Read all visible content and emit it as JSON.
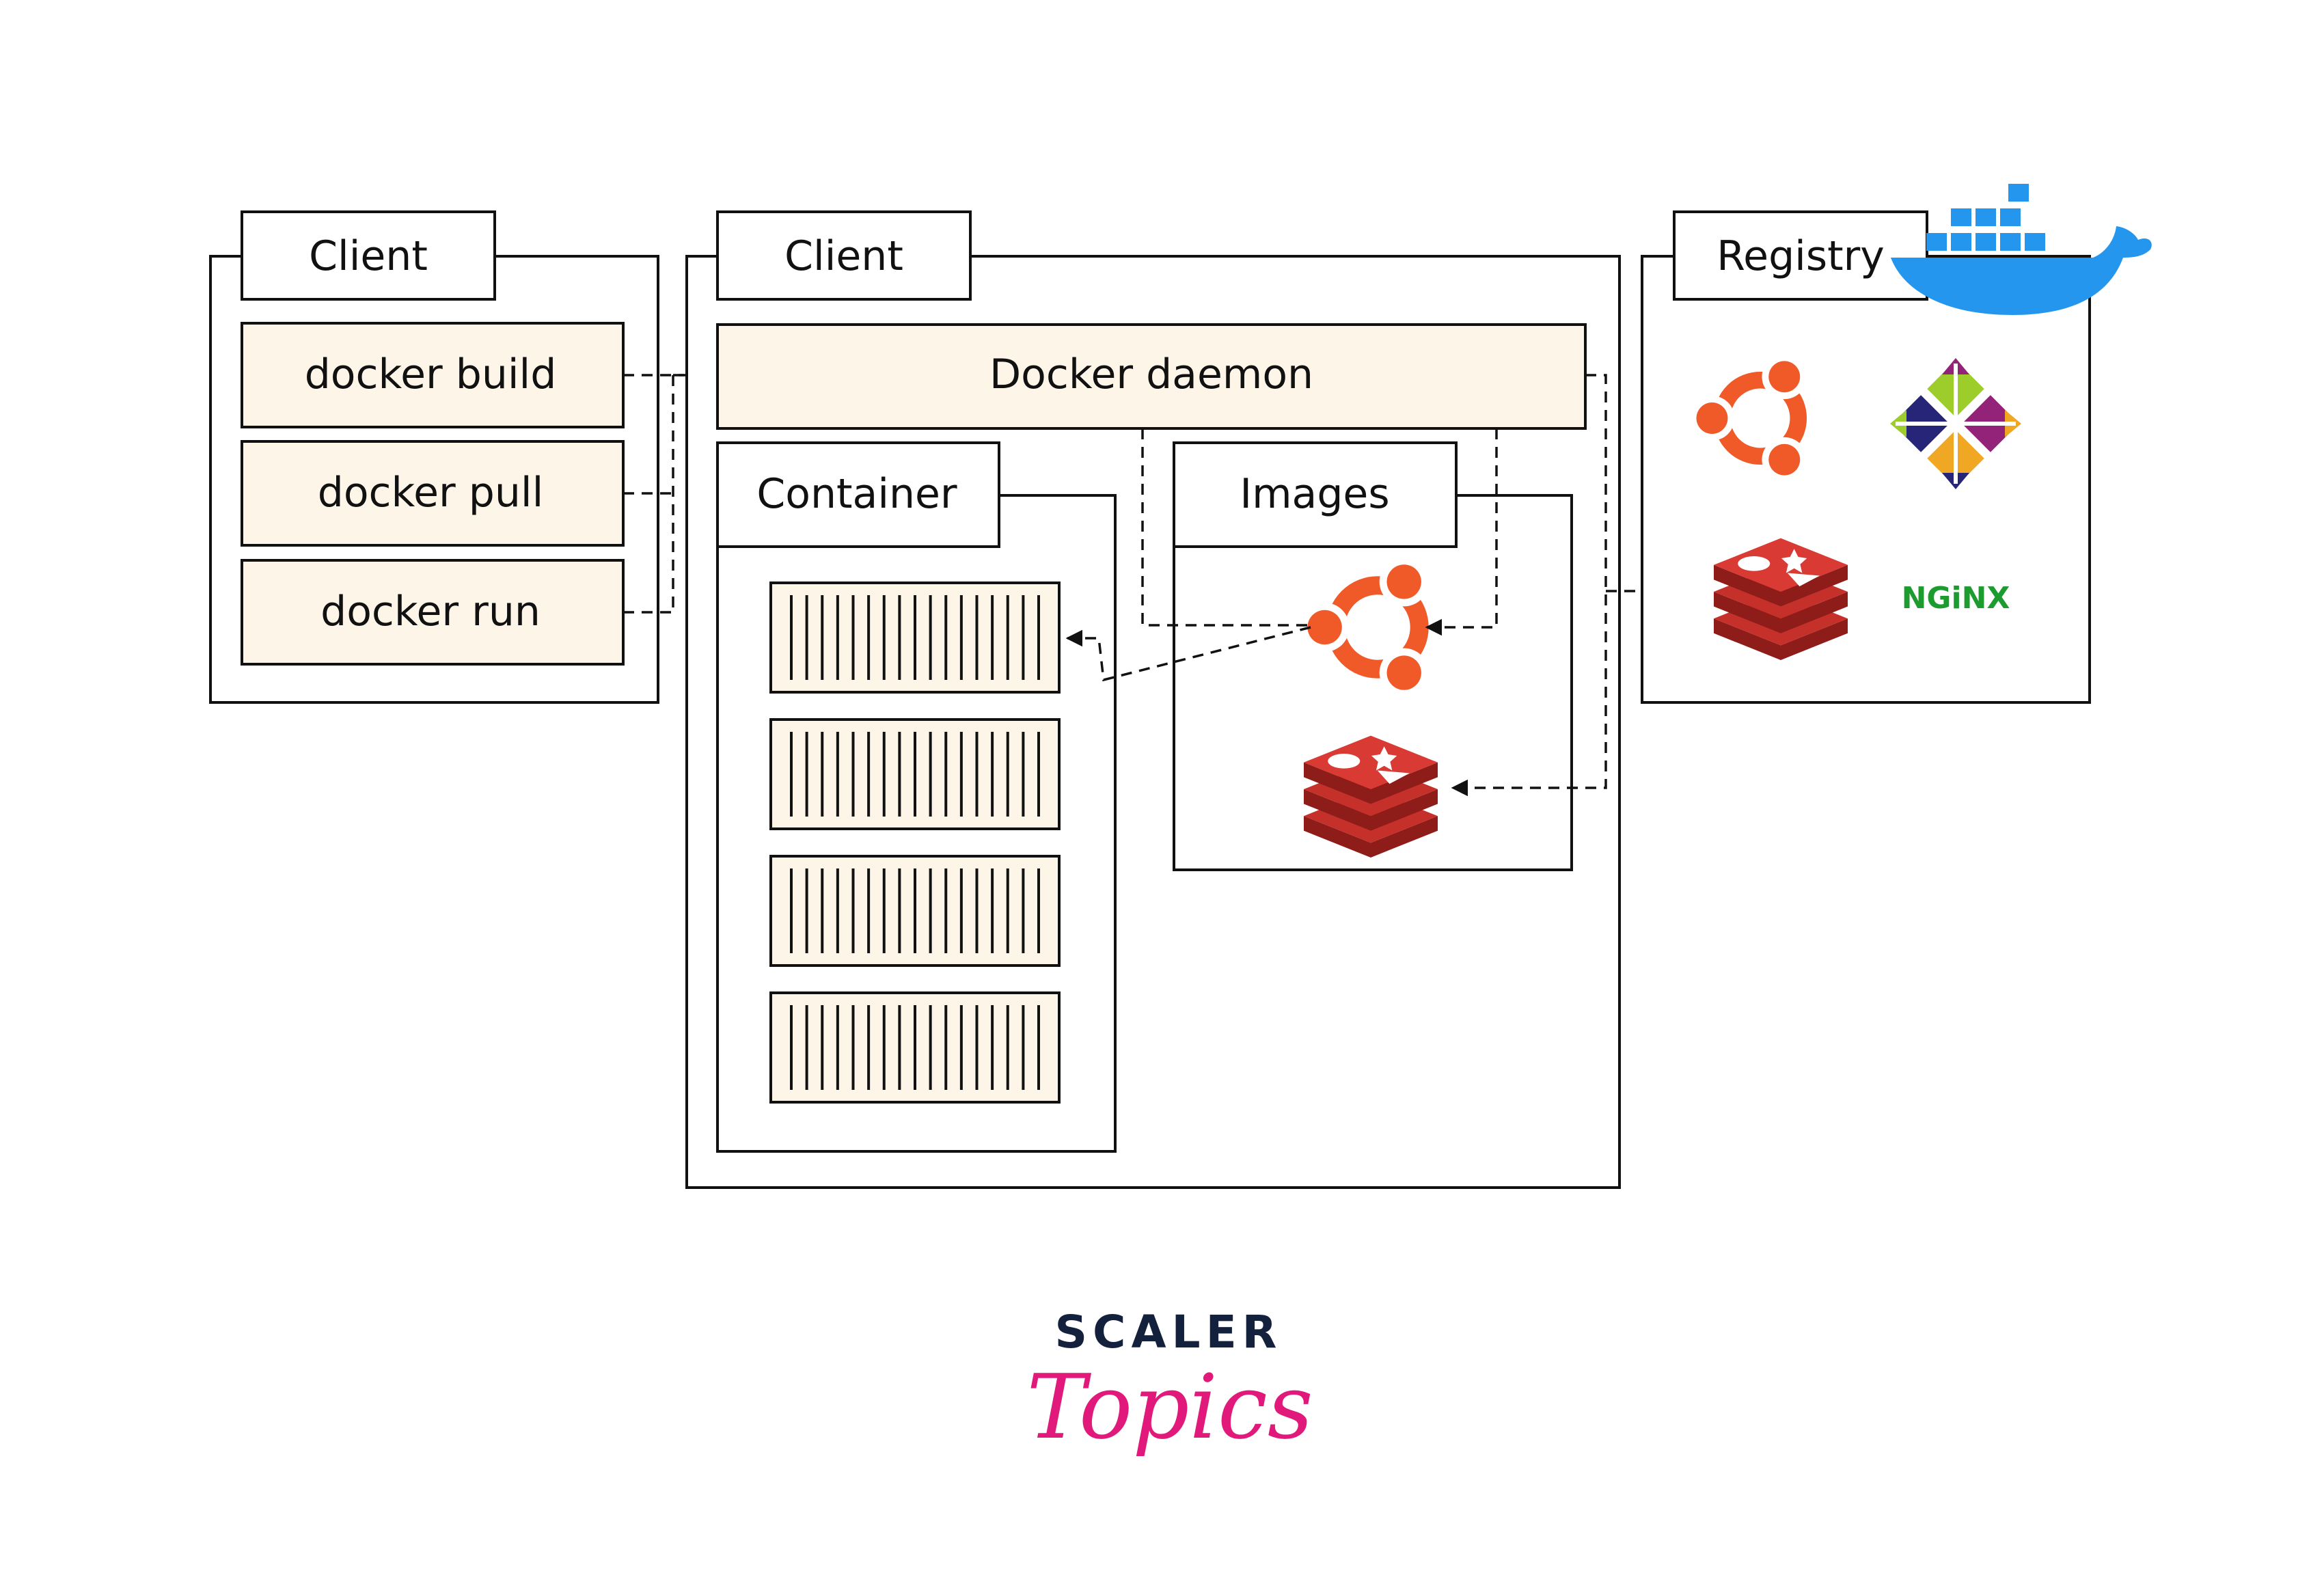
{
  "left_panel": {
    "title": "Client",
    "commands": [
      "docker build",
      "docker pull",
      "docker run"
    ]
  },
  "host_panel": {
    "title": "Client",
    "daemon_label": "Docker daemon",
    "container_title": "Container",
    "images_title": "Images",
    "container_count": 4
  },
  "registry_panel": {
    "title": "Registry",
    "logos": [
      "ubuntu-logo",
      "centos-logo",
      "redis-logo",
      "nginx-logo"
    ],
    "nginx_text": "NGiNX"
  },
  "brand": {
    "line1": "SCALER",
    "line2": "Topics"
  },
  "colors": {
    "cream": "#fdf5e8",
    "ubuntu": "#f05a28",
    "redis": "#c6302b",
    "docker": "#2496ed",
    "nginx": "#1c9b2e",
    "brand_pink": "#e0197a",
    "brand_navy": "#14213d"
  }
}
